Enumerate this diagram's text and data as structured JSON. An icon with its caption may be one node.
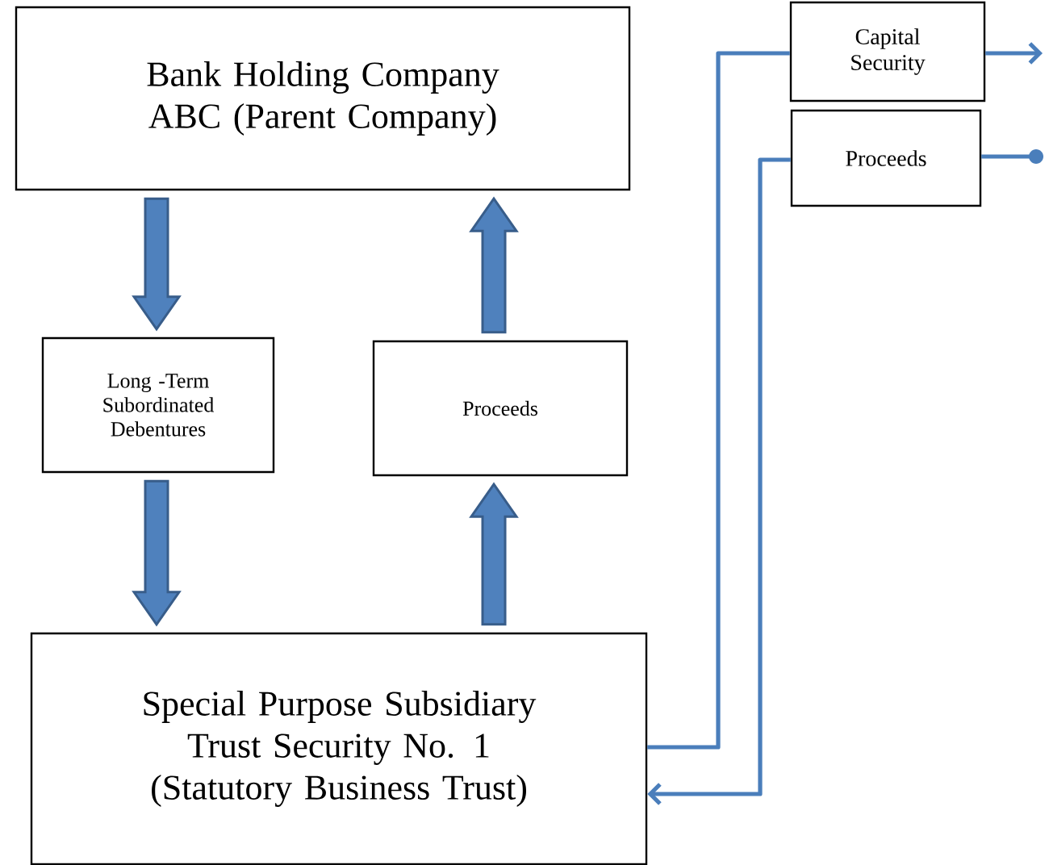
{
  "diagram": {
    "nodes": [
      {
        "text": [
          "Bank Holding Company ABC (Parent Company)"
        ]
      },
      {
        "text": [
          "Long -Term Subordinated Debentures"
        ]
      },
      {
        "text": [
          "Proceeds"
        ]
      },
      {
        "text": [
          "Special Purpose Subsidiary Trust Security No. 1 (Statutory Business Trust)"
        ]
      },
      {
        "text": [
          "Capital Security"
        ]
      },
      {
        "text": [
          "Proceeds"
        ]
      }
    ],
    "edges": [
      {
        "from": 0,
        "to": 1,
        "arrow": "to",
        "style": "thick"
      },
      {
        "from": 1,
        "to": 3,
        "arrow": "to",
        "style": "thick"
      },
      {
        "from": 3,
        "to": 2,
        "arrow": "to",
        "style": "thick"
      },
      {
        "from": 2,
        "to": 0,
        "arrow": "to",
        "style": "thick"
      },
      {
        "from": 3,
        "to": 4,
        "arrow": "none"
      },
      {
        "from": 4,
        "to": null,
        "arrow": "to"
      },
      {
        "from": 5,
        "to": 3,
        "arrow": "to"
      },
      {
        "from": null,
        "to": 5,
        "arrow": "other"
      }
    ]
  }
}
